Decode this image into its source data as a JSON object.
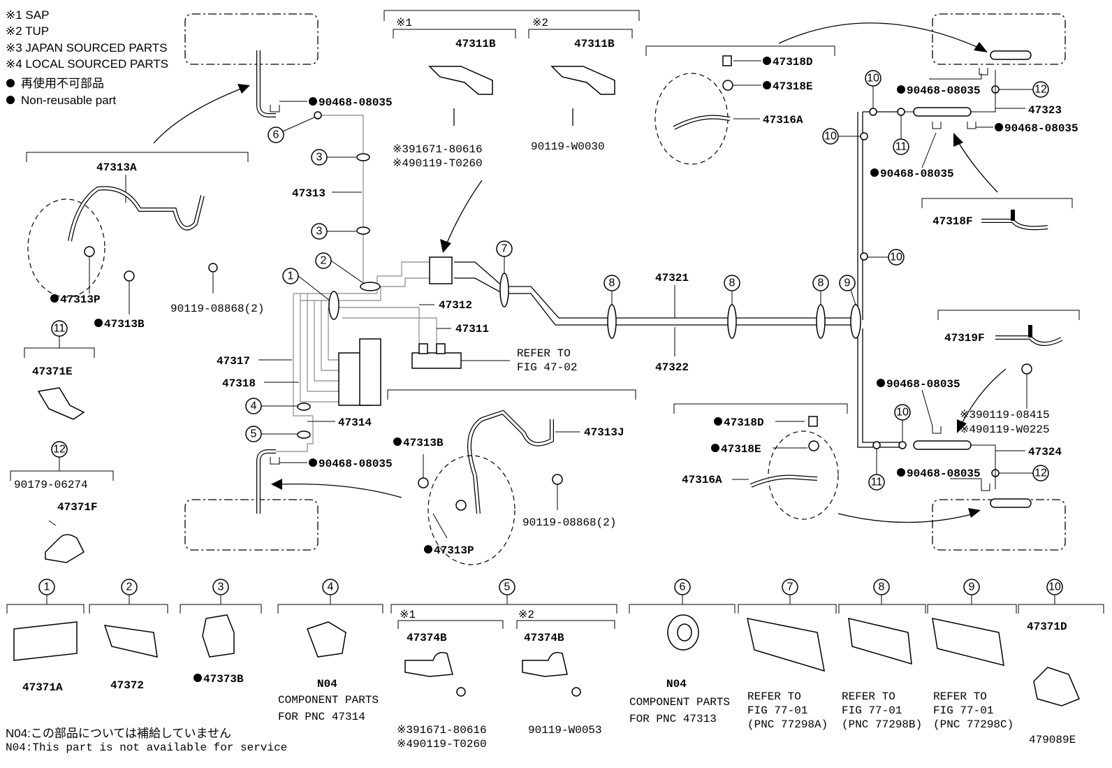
{
  "legend": {
    "l1": "※1 SAP",
    "l2": "※2 TUP",
    "l3": "※3 JAPAN SOURCED PARTS",
    "l4": "※4 LOCAL SOURCED PARTS",
    "l5": "再使用不可部品",
    "l6": "Non-reusable part"
  },
  "parts": {
    "p47313A": "47313A",
    "p47313P_left": "47313P",
    "p47313B_left": "47313B",
    "p90119_08868_left": "90119-08868(2)",
    "p90468_08035_top": "90468-08035",
    "p47313": "47313",
    "p47311B_1": "47311B",
    "p47311B_2": "47311B",
    "p91671_80616": "※391671-80616",
    "p90119_T0260": "※490119-T0260",
    "p90119_W0030": "90119-W0030",
    "p47318D_top": "47318D",
    "p47318E_top": "47318E",
    "p47316A_top": "47316A",
    "p47312": "47312",
    "p47311": "47311",
    "refer_to": "REFER TO",
    "fig_47_02": "FIG 47-02",
    "p47321": "47321",
    "p47322": "47322",
    "p47317": "47317",
    "p47318": "47318",
    "p47314": "47314",
    "p90468_08035_mid": "90468-08035",
    "p47313B_mid": "47313B",
    "p47313J": "47313J",
    "p90119_08868_mid": "90119-08868(2)",
    "p47313P_mid": "47313P",
    "p47371E": "47371E",
    "p90179_06274": "90179-06274",
    "p47371F": "47371F",
    "p90468_08035_r1": "90468-08035",
    "p47323": "47323",
    "p90468_08035_r2": "90468-08035",
    "p90468_08035_r3": "90468-08035",
    "p47318F": "47318F",
    "p47319F": "47319F",
    "p90468_08035_r4": "90468-08035",
    "p90119_08415": "※390119-08415",
    "p90119_W0225": "※490119-W0225",
    "p47324": "47324",
    "p90468_08035_r5": "90468-08035",
    "p47318D_bot": "47318D",
    "p47318E_bot": "47318E",
    "p47316A_bot": "47316A"
  },
  "bottom": {
    "b47371A": "47371A",
    "b47372": "47372",
    "b47373B": "47373B",
    "bN04_a": "N04",
    "comp_parts": "COMPONENT PARTS",
    "for_pnc_47314": "FOR PNC 47314",
    "b47374B_1": "47374B",
    "b47374B_2": "47374B",
    "b91671_80616": "※391671-80616",
    "b90119_T0260": "※490119-T0260",
    "b90119_W0053": "90119-W0053",
    "bN04_b": "N04",
    "comp_parts_b": "COMPONENT PARTS",
    "for_pnc_47313": "FOR PNC 47313",
    "refer7": "REFER TO",
    "fig7": "FIG 77-01",
    "pnc7": "(PNC 77298A)",
    "refer8": "REFER TO",
    "fig8": "FIG 77-01",
    "pnc8": "(PNC 77298B)",
    "refer9": "REFER TO",
    "fig9": "FIG 77-01",
    "pnc9": "(PNC 77298C)",
    "b47371D": "47371D",
    "note_jp": "N04:この部品については補給していません",
    "note_en": "N04:This part is not available for service",
    "fig_id": "479089E"
  },
  "marks": {
    "s1": "※1",
    "s2": "※2",
    "c1": "1",
    "c2": "2",
    "c3": "3",
    "c4": "4",
    "c5": "5",
    "c6": "6",
    "c7": "7",
    "c8": "8",
    "c9": "9",
    "c10": "10",
    "c11": "11",
    "c12": "12"
  }
}
